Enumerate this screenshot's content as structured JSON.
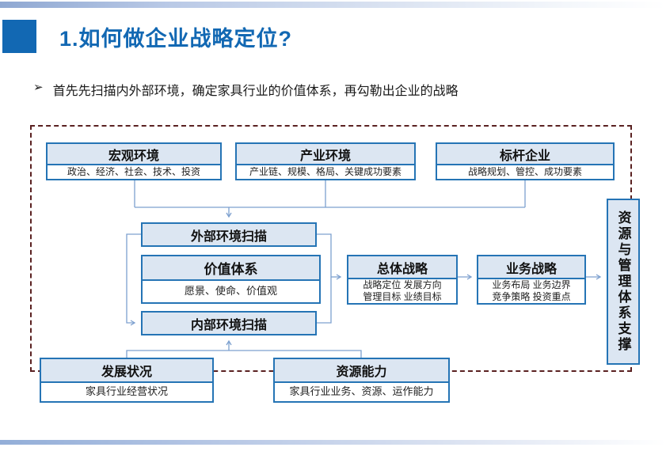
{
  "slide": {
    "title": "1.如何做企业战略定位?",
    "bullet_marker": "➢",
    "bullet": "首先先扫描内外部环境，确定家具行业的价值体系，再勾勒出企业的战略"
  },
  "colors": {
    "title_blue": "#1268b3",
    "box_border_blue": "#2574b5",
    "box_header_fill": "#dce6f2",
    "connector_blue": "#7da0cf",
    "frame_dashed_maroon": "#5a2121"
  },
  "diagram": {
    "top_row": [
      {
        "title": "宏观环境",
        "detail": "政治、经济、社会、技术、投资"
      },
      {
        "title": "产业环境",
        "detail": "产业链、规模、格局、关键成功要素"
      },
      {
        "title": "标杆企业",
        "detail": "战略规划、管控、成功要素"
      }
    ],
    "middle": {
      "external_scan": "外部环境扫描",
      "value_system": {
        "title": "价值体系",
        "detail": "愿景、使命、价值观"
      },
      "internal_scan": "内部环境扫描"
    },
    "strategy": [
      {
        "title": "总体战略",
        "line1": "战略定位 发展方向",
        "line2": "管理目标 业绩目标"
      },
      {
        "title": "业务战略",
        "line1": "业务布局 业务边界",
        "line2": "竞争策略 投资重点"
      }
    ],
    "support": "资源与管理体系支撑",
    "bottom_row": [
      {
        "title": "发展状况",
        "detail": "家具行业经营状况"
      },
      {
        "title": "资源能力",
        "detail": "家具行业业务、资源、运作能力"
      }
    ]
  }
}
